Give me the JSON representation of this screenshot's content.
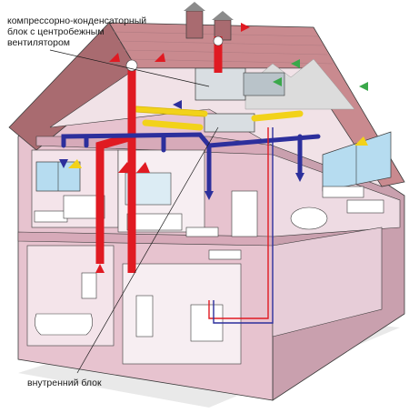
{
  "labels": {
    "condenser_line1": "компрессорно-конденсаторный",
    "condenser_line2": "блок  с  центробежным",
    "condenser_line3": "вентилятором",
    "indoor_unit": "внутренний блок"
  },
  "colors": {
    "wall": "#e7c3cf",
    "wall_dark": "#c9a0ae",
    "floor": "#d7aab9",
    "roof": "#c98a8f",
    "roof_dark": "#a96b70",
    "attic": "#f1e2e7",
    "duct_supply": "#e01a22",
    "duct_return": "#2c2f9c",
    "duct_flex": "#f2d21a",
    "unit_grey": "#d9dee2",
    "window_blue": "#b6dcf0",
    "outline": "#3a3a3a"
  },
  "icons": [
    "fan-icon",
    "airflow-arrow-icon"
  ]
}
